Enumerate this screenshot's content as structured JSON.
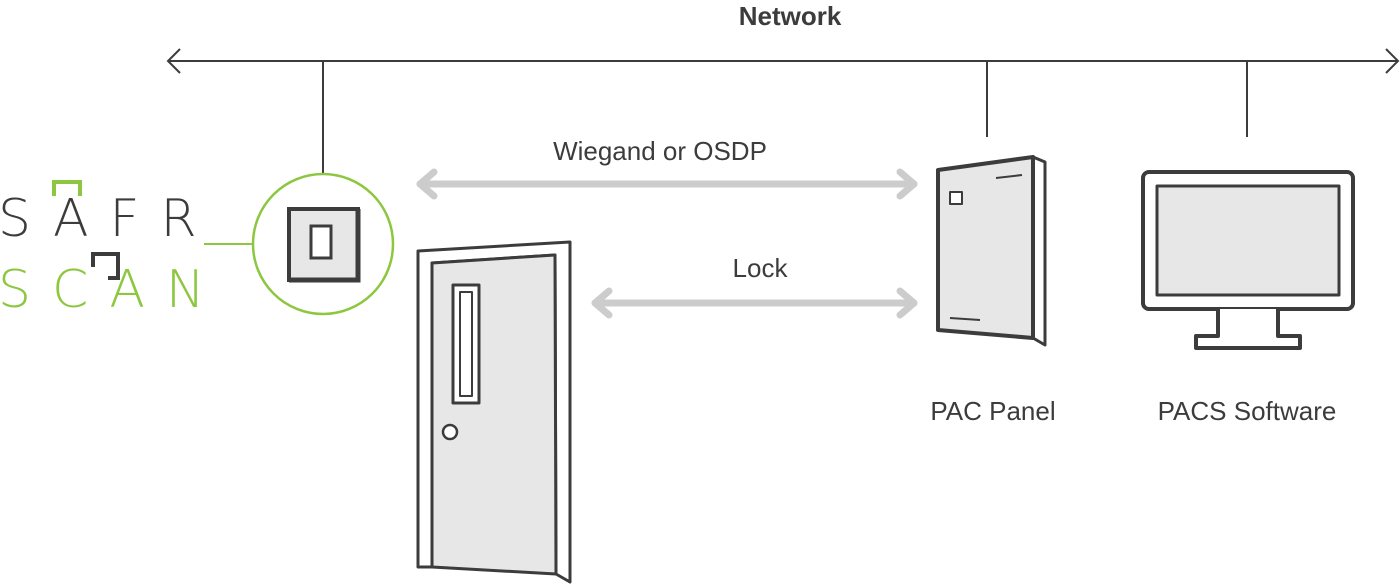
{
  "network": {
    "label": "Network"
  },
  "links": {
    "wiegand_label": "Wiegand or OSDP",
    "lock_label": "Lock"
  },
  "devices": {
    "panel_label": "PAC Panel",
    "software_label": "PACS Software"
  },
  "logo": {
    "line1": "SAFR",
    "line2": "SCAN",
    "brand_color": "#8dc63f",
    "dark_color": "#3c3c3c"
  },
  "colors": {
    "stroke": "#3c3c3c",
    "arrow": "#cccccc",
    "fill_light": "#e7e7e8",
    "accent": "#8dc63f"
  }
}
